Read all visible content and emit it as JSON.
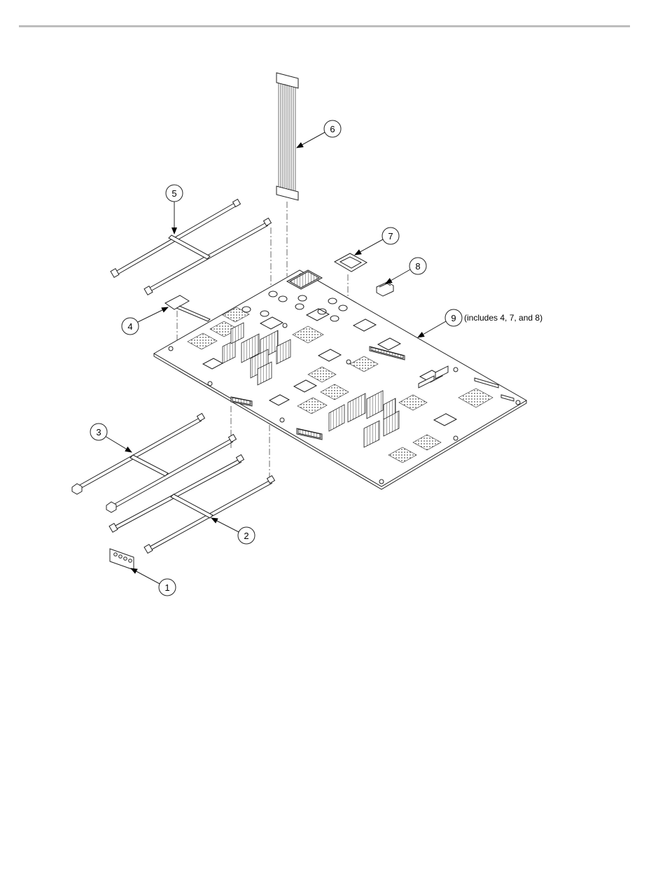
{
  "callouts": [
    {
      "id": "1",
      "label": "1"
    },
    {
      "id": "2",
      "label": "2"
    },
    {
      "id": "3",
      "label": "3"
    },
    {
      "id": "4",
      "label": "4"
    },
    {
      "id": "5",
      "label": "5"
    },
    {
      "id": "6",
      "label": "6"
    },
    {
      "id": "7",
      "label": "7"
    },
    {
      "id": "8",
      "label": "8"
    },
    {
      "id": "9",
      "label": "9"
    }
  ],
  "note9": "(includes 4, 7, and 8)",
  "colors": {
    "ink": "#222222",
    "rule": "#bdbdbd"
  }
}
